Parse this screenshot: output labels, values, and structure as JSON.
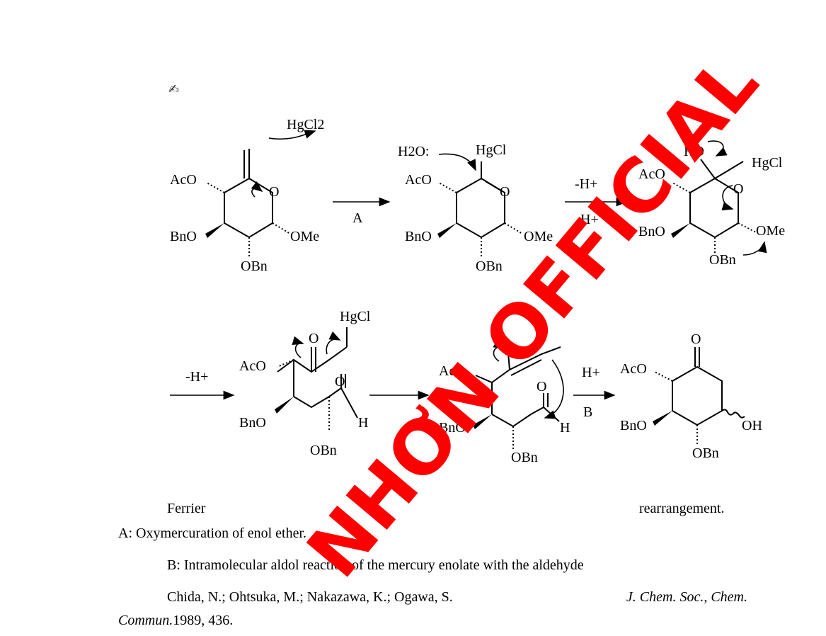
{
  "scheme": {
    "reagent_hgcl2": "HgCl2",
    "hgcl": "HgCl",
    "water": "H2O:",
    "aco": "AcO",
    "bno": "BnO",
    "obn": "OBn",
    "ome": "OMe",
    "o": "O",
    "ho": "HO",
    "h": "H",
    "oh": "OH",
    "minus_h": "-H+",
    "plus_h": "H+",
    "oxide": "-O",
    "label_a": "A",
    "label_b": "B"
  },
  "text": {
    "ferrier_word": "Ferrier",
    "rearrangement_word": "rearrangement.",
    "note_a": "A: Oxymercuration of enol ether.",
    "note_b": "B: Intramolecular aldol reaction of the mercury enolate with the aldehyde",
    "ref_authors": "Chida, N.; Ohtsuka, M.; Nakazawa, K.; Ogawa, S.",
    "ref_journal_1": "J. Chem. Soc., Chem.",
    "ref_journal_2": "Commun.",
    "ref_year_pages": "1989, 436."
  },
  "watermark": "NHƠN OFFICIAL",
  "colors": {
    "watermark": "#ff0000",
    "ink": "#000000"
  }
}
